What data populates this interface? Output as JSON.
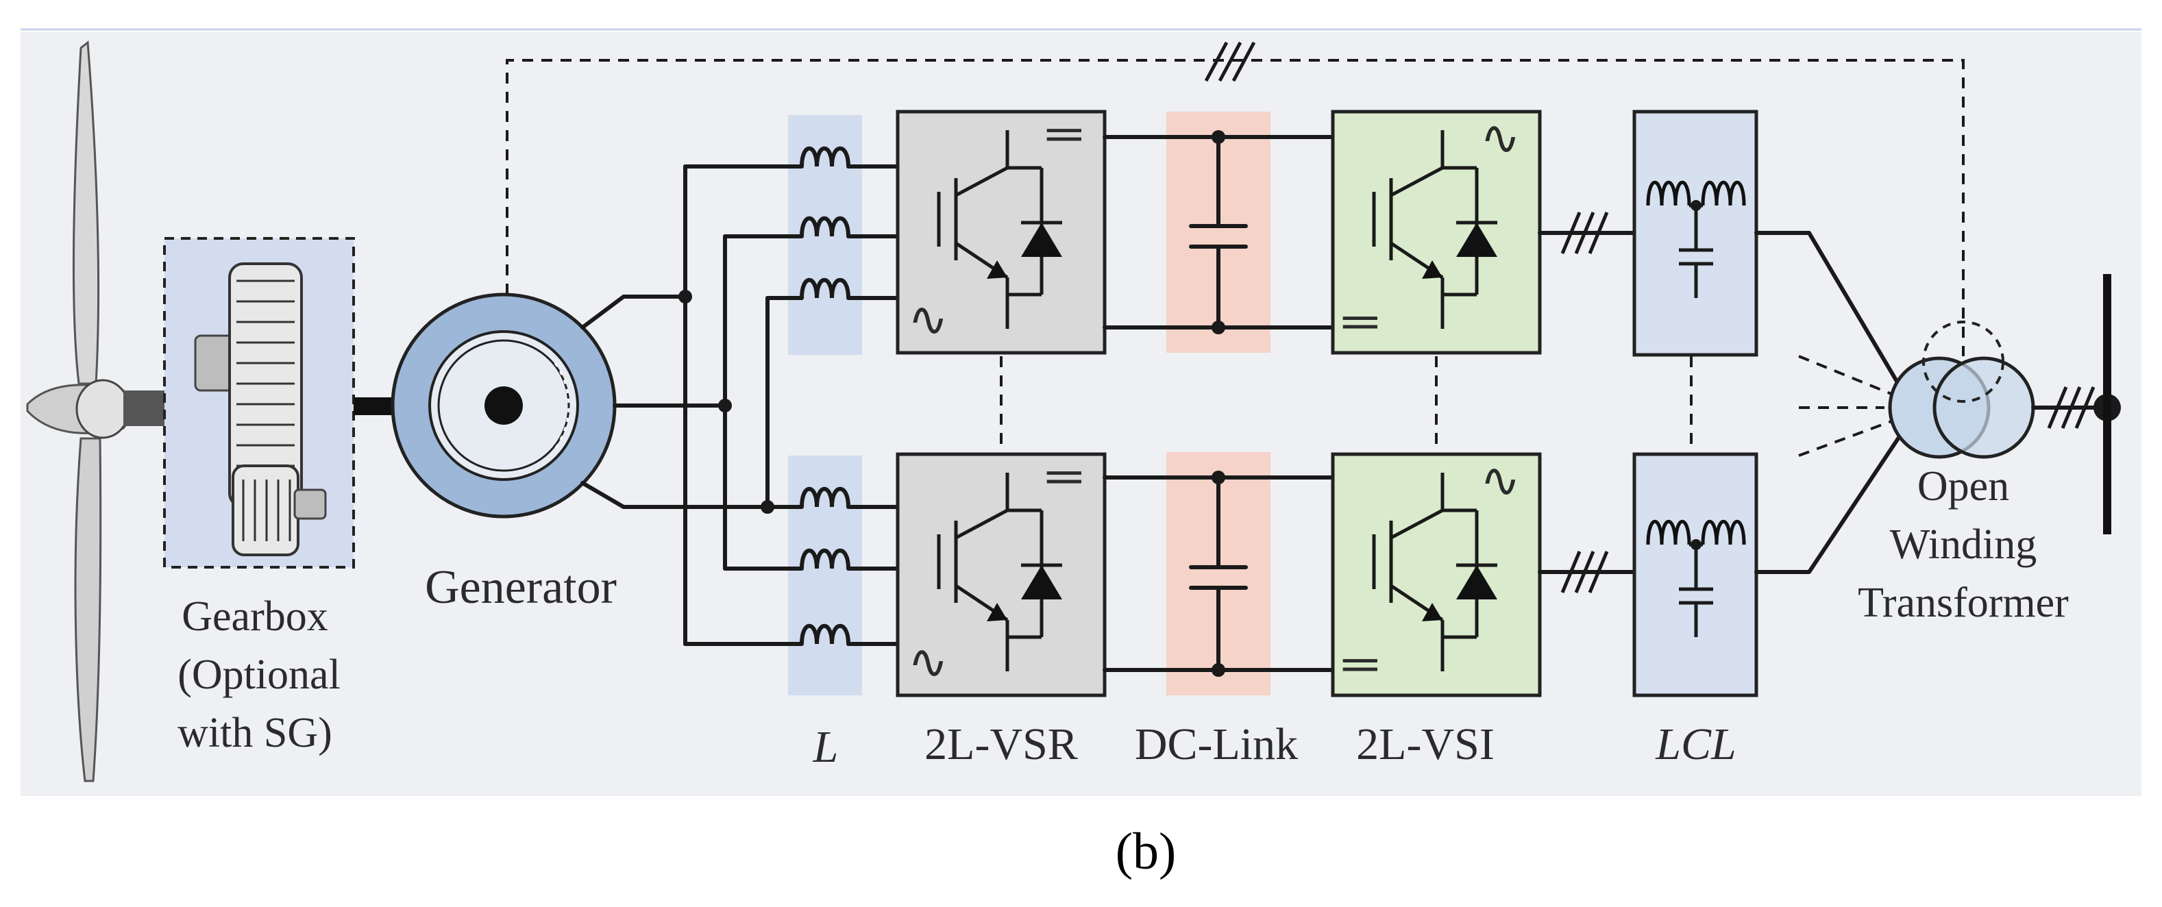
{
  "labels": {
    "gearbox": [
      "Gearbox",
      "(Optional",
      "with SG)"
    ],
    "generator": "Generator",
    "inductor": "L",
    "rectifier": "2L-VSR",
    "dc_link": "DC-Link",
    "inverter": "2L-VSI",
    "filter": "LCL",
    "transformer": [
      "Open",
      "Winding",
      "Transformer"
    ],
    "caption": "(b)"
  },
  "symbols": {
    "dc": "═",
    "ac": "∿"
  },
  "colors": {
    "background_panel": "#eef0f3",
    "gearbox_fill": "#d3dcef",
    "generator_ring": "#9db7d8",
    "inductor_band": "#d2dcef",
    "converter_gray": "#d9d9d9",
    "dc_link_band": "#f5d3c8",
    "inverter_green": "#d9ebcc",
    "filter_blue": "#d6e0ef",
    "transformer_blue": "#c7d7ea"
  }
}
